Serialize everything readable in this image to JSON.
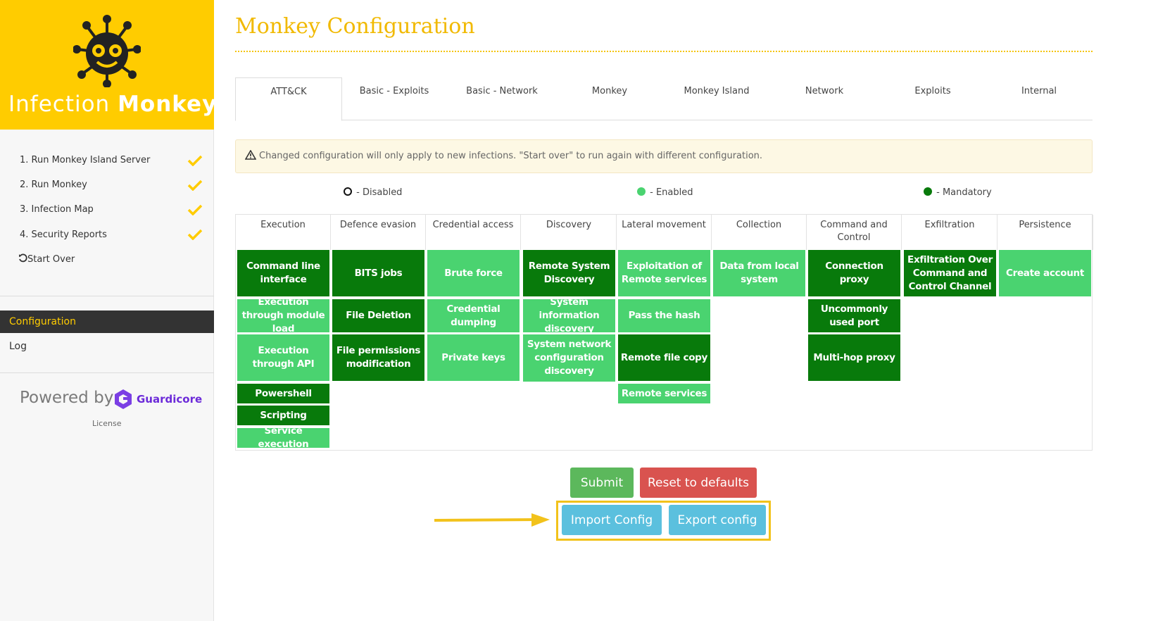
{
  "sidebar": {
    "logo": {
      "text_light": "Infection",
      "text_bold": "Monkey",
      "icon": "monkey-icon"
    },
    "steps": [
      {
        "label": "1. Run Monkey Island Server",
        "done": true
      },
      {
        "label": "2. Run Monkey",
        "done": true
      },
      {
        "label": "3. Infection Map",
        "done": true
      },
      {
        "label": "4. Security Reports",
        "done": true
      }
    ],
    "start_over": "Start Over",
    "nav": {
      "configuration": "Configuration",
      "log": "Log"
    },
    "powered_by": "Powered by",
    "brand": "Guardicore",
    "license": "License"
  },
  "main": {
    "title": "Monkey Configuration",
    "tabs": [
      "ATT&CK",
      "Basic - Exploits",
      "Basic - Network",
      "Monkey",
      "Monkey Island",
      "Network",
      "Exploits",
      "Internal"
    ],
    "active_tab": "ATT&CK",
    "warning": "Changed configuration will only apply to new infections. \"Start over\" to run again with different configuration.",
    "legend": {
      "disabled": "- Disabled",
      "enabled": "- Enabled",
      "mandatory": "- Mandatory"
    },
    "matrix": {
      "columns": [
        "Execution",
        "Defence evasion",
        "Credential access",
        "Discovery",
        "Lateral movement",
        "Collection",
        "Command and Control",
        "Exfiltration",
        "Persistence"
      ],
      "cells": [
        [
          {
            "label": "Command line interface",
            "state": "mandatory"
          },
          {
            "label": "Execution through module load",
            "state": "enabled"
          },
          {
            "label": "Execution through API",
            "state": "enabled"
          },
          {
            "label": "Powershell",
            "state": "mandatory"
          },
          {
            "label": "Scripting",
            "state": "mandatory"
          },
          {
            "label": "Service execution",
            "state": "enabled"
          }
        ],
        [
          {
            "label": "BITS jobs",
            "state": "mandatory"
          },
          {
            "label": "File Deletion",
            "state": "mandatory"
          },
          {
            "label": "File permissions modification",
            "state": "mandatory"
          }
        ],
        [
          {
            "label": "Brute force",
            "state": "enabled"
          },
          {
            "label": "Credential dumping",
            "state": "enabled"
          },
          {
            "label": "Private keys",
            "state": "enabled"
          }
        ],
        [
          {
            "label": "Remote System Discovery",
            "state": "mandatory"
          },
          {
            "label": "System information discovery",
            "state": "enabled"
          },
          {
            "label": "System network configuration discovery",
            "state": "enabled"
          }
        ],
        [
          {
            "label": "Exploitation of Remote services",
            "state": "enabled"
          },
          {
            "label": "Pass the hash",
            "state": "enabled"
          },
          {
            "label": "Remote file copy",
            "state": "mandatory"
          },
          {
            "label": "Remote services",
            "state": "enabled"
          }
        ],
        [
          {
            "label": "Data from local system",
            "state": "enabled"
          }
        ],
        [
          {
            "label": "Connection proxy",
            "state": "mandatory"
          },
          {
            "label": "Uncommonly used port",
            "state": "mandatory"
          },
          {
            "label": "Multi-hop proxy",
            "state": "mandatory"
          }
        ],
        [
          {
            "label": "Exfiltration Over Command and Control Channel",
            "state": "mandatory"
          }
        ],
        [
          {
            "label": "Create account",
            "state": "enabled"
          }
        ]
      ]
    },
    "buttons": {
      "submit": "Submit",
      "reset": "Reset to defaults",
      "import": "Import Config",
      "export": "Export config"
    },
    "colors": {
      "brand_yellow": "#ffcc00",
      "mandatory": "#087a0b",
      "enabled": "#4ad370",
      "submit": "#5cb85c",
      "reset": "#d9534f",
      "info": "#5bc0de"
    }
  }
}
